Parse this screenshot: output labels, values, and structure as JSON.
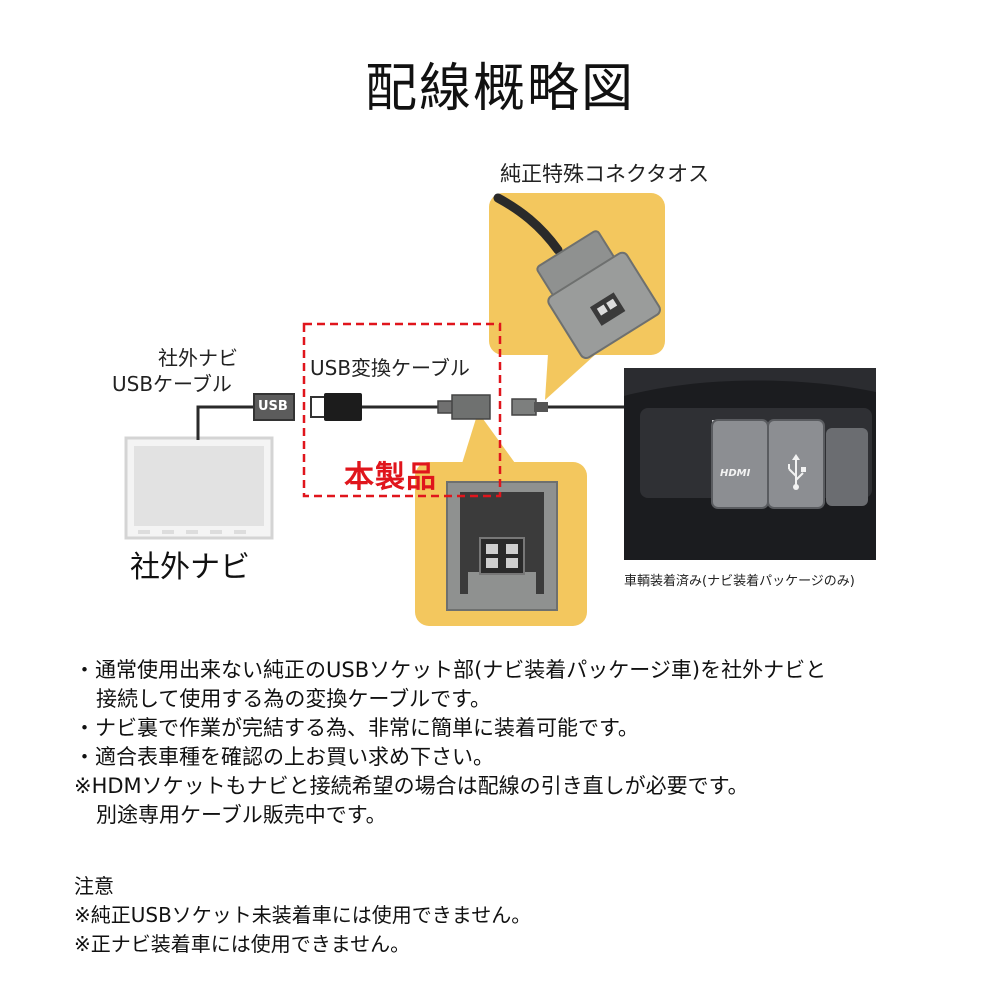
{
  "title": "配線概略図",
  "labels": {
    "genuine_connector": "純正特殊コネクタオス",
    "aftermarket_cable_line1": "社外ナビ",
    "aftermarket_cable_line2": "USBケーブル",
    "usb_plug_text": "USB",
    "conversion_cable": "USB変換ケーブル",
    "product": "本製品",
    "navi_caption": "社外ナビ",
    "vehicle_caption": "車輌装着済み(ナビ装着パッケージのみ)",
    "hdmi_port_text": "HDMI"
  },
  "colors": {
    "callout_bg": "#f3c75e",
    "product_red": "#e0151c",
    "connector_gray": "#8f9190"
  },
  "icons": [
    "usb-icon",
    "hdmi-port-icon"
  ],
  "notes": [
    "・通常使用出来ない純正のUSBソケット部(ナビ装着パッケージ車)を社外ナビと",
    "接続して使用する為の変換ケーブルです。",
    "・ナビ裏で作業が完結する為、非常に簡単に装着可能です。",
    "・適合表車種を確認の上お買い求め下さい。",
    "※HDMソケットもナビと接続希望の場合は配線の引き直しが必要です。",
    "別途専用ケーブル販売中です。"
  ],
  "caution": {
    "heading": "注意",
    "items": [
      "※純正USBソケット未装着車には使用できません。",
      "※正ナビ装着車には使用できません。"
    ]
  }
}
